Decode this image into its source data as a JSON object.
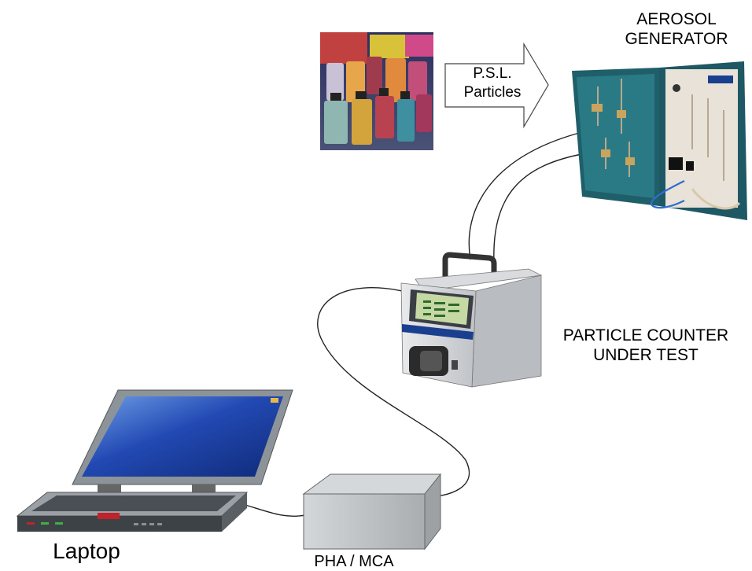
{
  "labels": {
    "aerosol_line1": "AEROSOL",
    "aerosol_line2": "GENERATOR",
    "arrow_line1": "P.S.L.",
    "arrow_line2": "Particles",
    "counter_line1": "PARTICLE COUNTER",
    "counter_line2": "UNDER TEST",
    "laptop": "Laptop",
    "pha_mca": "PHA / MCA"
  },
  "colors": {
    "generator_teal": "#1f5f6a",
    "counter_accent": "#1b3f8f",
    "laptop_screen": "#1e44a8",
    "pha_box": "#b8bcbf"
  },
  "icons": [
    "psl-bottles-photo",
    "aerosol-generator-photo",
    "particle-counter-icon",
    "laptop-icon",
    "pha-mca-box-icon"
  ]
}
